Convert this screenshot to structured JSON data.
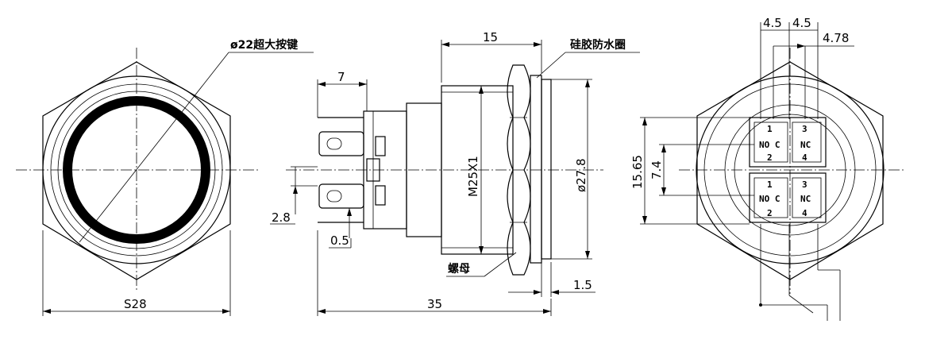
{
  "front_view": {
    "button_label": "ø22超大按键",
    "across_flats": "S28"
  },
  "side_view": {
    "pin_width": "7",
    "depth_15": "15",
    "gasket_label": "硅胶防水圈",
    "thread": "M25X1",
    "diameter": "ø27.8",
    "pin_pitch": "2.8",
    "pin_thickness": "0.5",
    "nut_label": "螺母",
    "panel": "1.5",
    "total_length": "35"
  },
  "rear_view": {
    "dim_a": "4.5",
    "dim_b": "4.5",
    "dim_c": "4.78",
    "height_outer": "15.65",
    "height_inner": "7.4",
    "terminals": [
      "1",
      "3",
      "NO C",
      "NC",
      "2",
      "4",
      "3",
      "1",
      "NO C",
      "NC",
      "2",
      "4"
    ]
  },
  "colors": {
    "ink": "#000000",
    "background": "#ffffff"
  }
}
